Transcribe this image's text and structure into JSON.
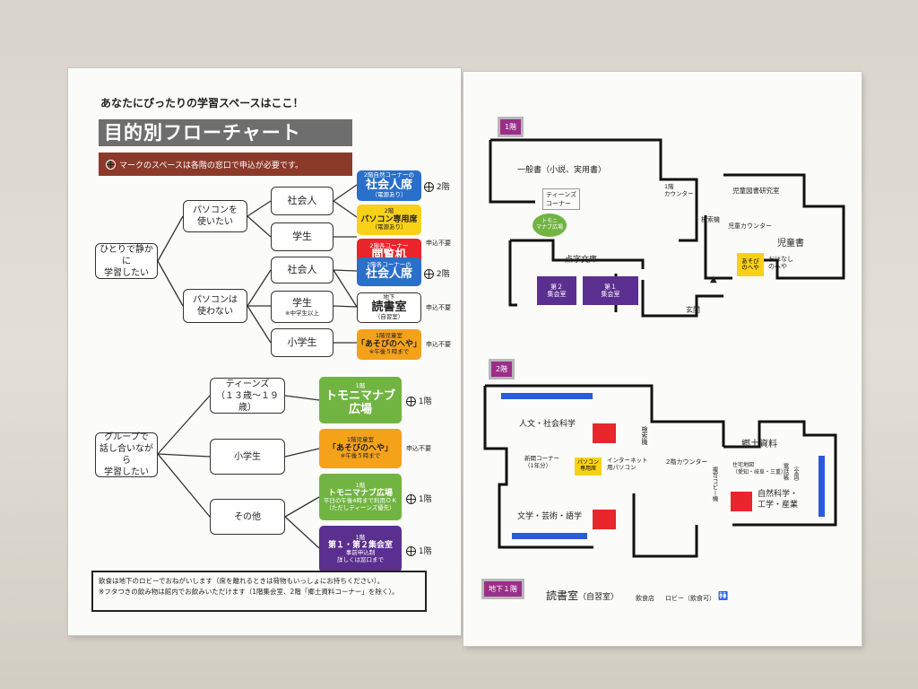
{
  "left": {
    "subtitle": "あなたにぴったりの学習スペースはここ！",
    "title": "目的別フローチャート",
    "notice": "マークのスペースは各階の窓口で申込が必要です。",
    "start_quiet": "ひとりで静かに\n学習したい",
    "start_group": "グループで\n話し合いながら\n学習したい",
    "q_pc_use": "パソコンを\n使いたい",
    "q_pc_no": "パソコンは\n使わない",
    "n_shakai1": "社会人",
    "n_gakusei1": "学生",
    "n_shakai2": "社会人",
    "n_gakusei2": "学生",
    "n_gakusei2_note": "※中学生以上",
    "n_shogaku": "小学生",
    "g_teens": "ティーンズ\n（１３歳～１９歳）",
    "g_shogaku": "小学生",
    "g_other": "その他",
    "d1_small": "2階自然コーナーの",
    "d1_main": "社会人席",
    "d1_note": "（電源あり）",
    "d1_floor": "2階",
    "d2_small": "2階",
    "d2_main": "パソコン専用席",
    "d2_note": "（電源あり）",
    "d3_small": "2階各コーナー",
    "d3_main": "閲覧机",
    "d3_side": "申込不要",
    "d4_small": "2階各コーナーの",
    "d4_main": "社会人席",
    "d4_floor": "2階",
    "d5_small": "地下",
    "d5_main": "読書室",
    "d5_note": "（自習室）",
    "d5_side": "申込不要",
    "d6_small": "1階児童室",
    "d6_main": "「あそびのへや」",
    "d6_note": "※午後５時まで",
    "d6_side": "申込不要",
    "d7_small": "1階",
    "d7_main": "トモニマナブ\n広場",
    "d7_floor": "1階",
    "d8_small": "1階児童室",
    "d8_main": "「あそびのへや」",
    "d8_note": "※午後５時まで",
    "d8_side": "申込不要",
    "d9_small": "1階",
    "d9_main": "トモニマナブ広場",
    "d9_note1": "平日の午後4時まで利用ＯＫ",
    "d9_note2": "（ただしティーンズ優先）",
    "d9_floor": "1階",
    "d10_small": "1階",
    "d10_main": "第１・第２集会室",
    "d10_note1": "事前申込制",
    "d10_note2": "詳しくは窓口まで",
    "d10_floor": "1階",
    "footer1": "飲食は地下のロビーでおねがいします（席を離れるときは荷物もいっしょにお持ちください）。",
    "footer2": "※フタつきの飲み物は館内でお飲みいただけます（1階集会室、2階「郷土資料コーナー」を除く）。"
  },
  "right": {
    "f1_tag": "1階",
    "f1_ippan": "一般書（小説、実用書）",
    "f1_teens": "ティーンズ\nコーナー",
    "f1_tomoni": "トモニ\nマナブ広場",
    "f1_counter": "1階\nカウンター",
    "f1_kensaku": "検索機",
    "f1_jidou_kenkyu": "児童図書研究室",
    "f1_jidou_counter": "児童カウンター",
    "f1_jidousho": "児童書",
    "f1_asobi": "あそび\nのへや",
    "f1_ohanashi": "おはなし\nのへや",
    "f1_tenji": "点字文庫",
    "f1_room2": "第２\n集会室",
    "f1_room1": "第１\n集会室",
    "f1_genkan": "玄関",
    "f2_tag": "2階",
    "f2_jinbun": "人文・社会科学",
    "f2_bungaku": "文学・芸術・語学",
    "f2_shinbun": "新聞コーナー\n（1年分）",
    "f2_pc": "パソコン\n専用席",
    "f2_internet": "インターネット\n用パソコン",
    "f2_kensaku": "検索機",
    "f2_counter": "2階カウンター",
    "f2_fukusha": "複写コピー機",
    "f2_kyodo": "郷土資料",
    "f2_jutaku": "住宅地図\n（愛知・岐阜・三重）",
    "f2_denwa": "電話帳",
    "f2_zenkoku": "（全国）",
    "f2_shizen": "自然科学・\n工学・産業",
    "b1_tag": "地下１階",
    "b1_dokusho": "読書室",
    "b1_jishu": "（自習室）",
    "b1_inshoku": "飲食店",
    "b1_lobby": "ロビー（飲食可）",
    "b1_toilet": "🚻"
  }
}
